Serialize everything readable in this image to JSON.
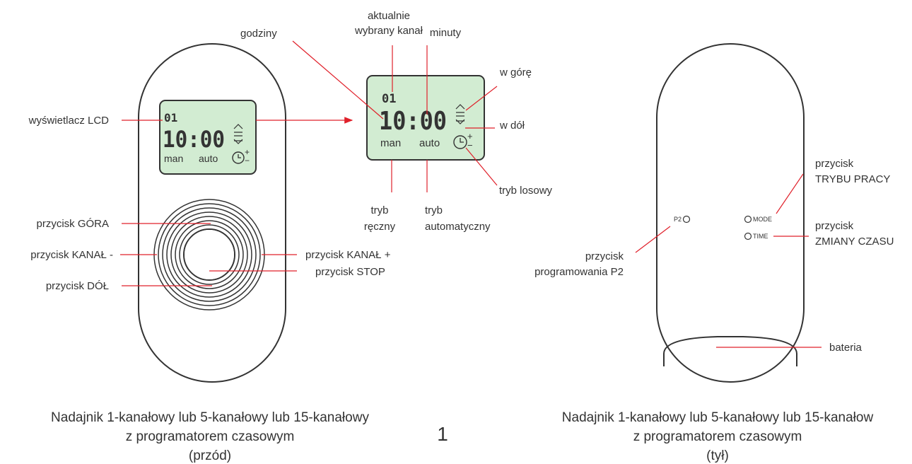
{
  "lcd": {
    "channel": "01",
    "time": "10:00",
    "mode_manual": "man",
    "mode_auto": "auto",
    "plus": "+",
    "minus": "−"
  },
  "front_labels": {
    "lcd": "wyświetlacz LCD",
    "up": "przycisk GÓRA",
    "channel_minus": "przycisk KANAŁ -",
    "down": "przycisk DÓŁ",
    "channel_plus": "przycisk KANAŁ +",
    "stop": "przycisk STOP"
  },
  "lcd_labels": {
    "hours": "godziny",
    "channel_line1": "aktualnie",
    "channel_line2": "wybrany kanał",
    "minutes": "minuty",
    "up": "w górę",
    "down": "w dół",
    "random": "tryb losowy",
    "manual_line1": "tryb",
    "manual_line2": "ręczny",
    "auto_line1": "tryb",
    "auto_line2": "automatyczny"
  },
  "back_labels": {
    "p2_small": "P2",
    "mode_small": "MODE",
    "time_small": "TIME",
    "mode_line1": "przycisk",
    "mode_line2": "TRYBU PRACY",
    "time_line1": "przycisk",
    "time_line2": "ZMIANY CZASU",
    "p2_line1": "przycisk",
    "p2_line2": "programowania P2",
    "battery": "bateria"
  },
  "captions": {
    "front_line1": "Nadajnik 1-kanałowy lub 5-kanałowy lub 15-kanałowy",
    "front_line2": "z programatorem czasowym",
    "front_line3": "(przód)",
    "back_line1": "Nadajnik 1-kanałowy lub 5-kanałowy lub 15-kanałow",
    "back_line2": "z programatorem czasowym",
    "back_line3": "(tył)"
  },
  "page_number": "1",
  "colors": {
    "lcd_background": "#d2ecd2",
    "leader_line": "#e0202a",
    "outline": "#333333"
  }
}
